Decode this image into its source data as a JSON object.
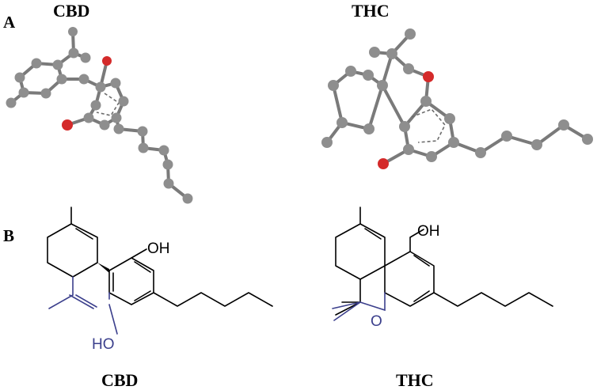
{
  "panels": {
    "a": {
      "letter": "A",
      "cbd_title": "CBD",
      "thc_title": "THC"
    },
    "b": {
      "letter": "B",
      "cbd_title": "CBD",
      "thc_title": "THC"
    }
  },
  "labels": {
    "cbd_oh": "OH",
    "cbd_ho": "HO",
    "thc_oh": "OH",
    "thc_o": "O"
  },
  "colors": {
    "carbon_atom": "#8e8e8e",
    "oxygen_atom": "#d42a2a",
    "bond_black": "#000000",
    "bond_blue": "#3b3f8c"
  }
}
